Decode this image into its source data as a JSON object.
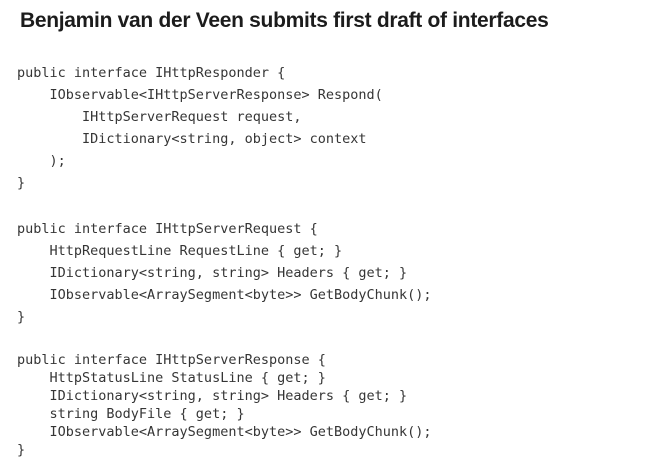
{
  "slide": {
    "title": "Benjamin van der Veen submits first draft of interfaces",
    "colors": {
      "background": "#ffffff",
      "title_text": "#1c1c1c",
      "code_text": "#353535"
    },
    "code_blocks": [
      {
        "interface_name": "IHttpResponder",
        "lines": [
          "public interface IHttpResponder {",
          "    IObservable<IHttpServerResponse> Respond(",
          "        IHttpServerRequest request,",
          "        IDictionary<string, object> context",
          "    );",
          "}"
        ]
      },
      {
        "interface_name": "IHttpServerRequest",
        "lines": [
          "public interface IHttpServerRequest {",
          "    HttpRequestLine RequestLine { get; }",
          "    IDictionary<string, string> Headers { get; }",
          "    IObservable<ArraySegment<byte>> GetBodyChunk();",
          "}"
        ]
      },
      {
        "interface_name": "IHttpServerResponse",
        "lines": [
          "public interface IHttpServerResponse {",
          "    HttpStatusLine StatusLine { get; }",
          "    IDictionary<string, string> Headers { get; }",
          "    string BodyFile { get; }",
          "    IObservable<ArraySegment<byte>> GetBodyChunk();",
          "}"
        ]
      }
    ]
  }
}
